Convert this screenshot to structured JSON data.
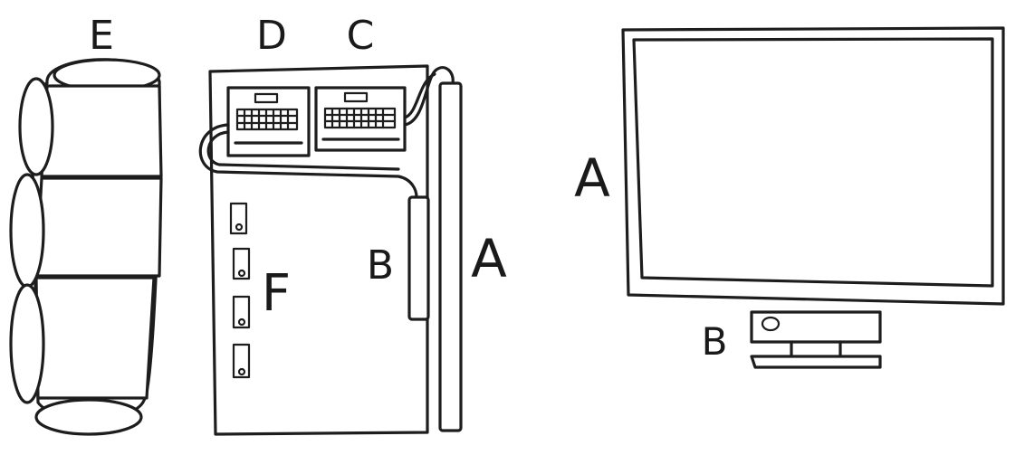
{
  "labels": {
    "sofa": "E",
    "laptop_left": "D",
    "laptop_right": "C",
    "desk_strip_device": "B",
    "desk_strip": "A",
    "desk_items": "F",
    "tv": "A",
    "tv_box": "B"
  }
}
